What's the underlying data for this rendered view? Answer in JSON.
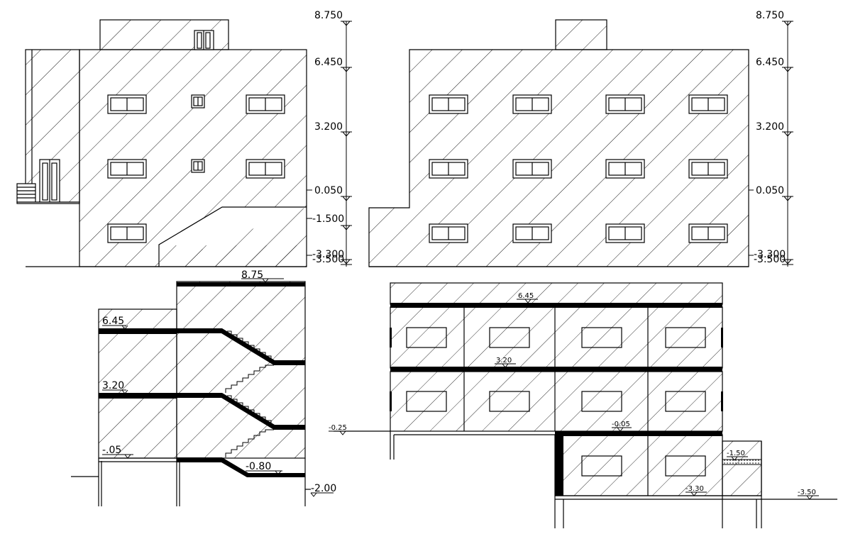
{
  "side_elevation_levels": [
    "8.750",
    "6.450",
    "3.200",
    "0.050",
    "-1.500",
    "-3.300",
    "-3.500"
  ],
  "front_elevation_levels": [
    "8.750",
    "6.450",
    "3.200",
    "0.050",
    "-3.300",
    "-3.500"
  ],
  "stair_section_levels": [
    "8.75",
    "6.45",
    "3.20",
    "-.05",
    "-0.80",
    "-2.00"
  ],
  "long_section_levels": [
    "6.45",
    "3.20",
    "-0.25",
    "-0.05",
    "-1.50",
    "-3.30",
    "-3.50"
  ]
}
